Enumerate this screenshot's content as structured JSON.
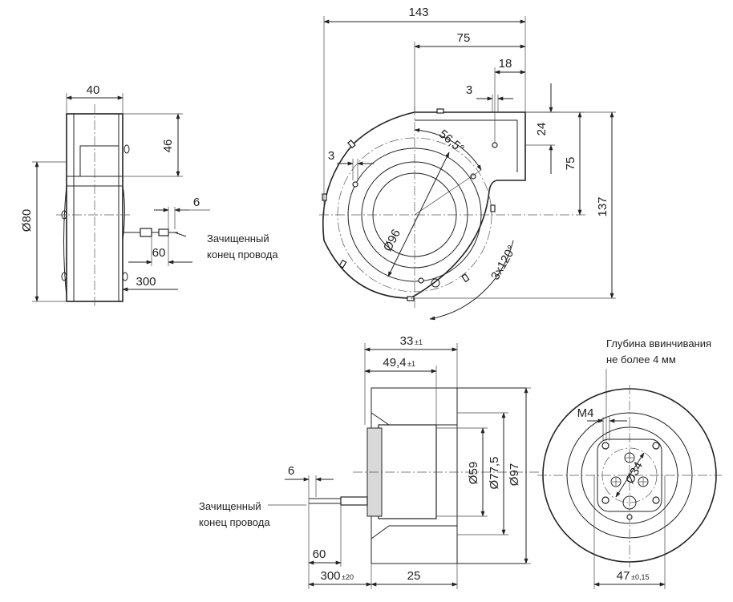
{
  "top_left_view": {
    "dim_width": "40",
    "dim_height": "46",
    "dim_diameter": "Ø80",
    "dim_strip": "6",
    "dim_60": "60",
    "dim_300": "300",
    "note_line1": "Зачищенный",
    "note_line2": "конец провода"
  },
  "top_right_view": {
    "dim_143": "143",
    "dim_75_h": "75",
    "dim_18": "18",
    "dim_3_top": "3",
    "dim_24": "24",
    "dim_75_v": "75",
    "dim_137": "137",
    "dim_3_left": "3",
    "dim_angle": "56,5°",
    "dim_d96": "Ø96",
    "dim_pattern": "3x120°"
  },
  "bottom_left_view": {
    "dim_33": "33",
    "dim_33_tol": "±1",
    "dim_49": "49,4",
    "dim_49_tol": "±1",
    "dim_d59": "Ø59",
    "dim_d77": "Ø77,5",
    "dim_d97": "Ø97",
    "dim_6": "6",
    "dim_60": "60",
    "dim_300": "300",
    "dim_300_tol": "±20",
    "dim_25": "25",
    "note_line1": "Зачищенный",
    "note_line2": "конец провода"
  },
  "bottom_right_view": {
    "note_line1": "Глубина ввинчивания",
    "note_line2": "не более 4 мм",
    "dim_m4": "M4",
    "dim_d34": "Ø34",
    "dim_47": "47",
    "dim_47_tol": "±0,15"
  }
}
